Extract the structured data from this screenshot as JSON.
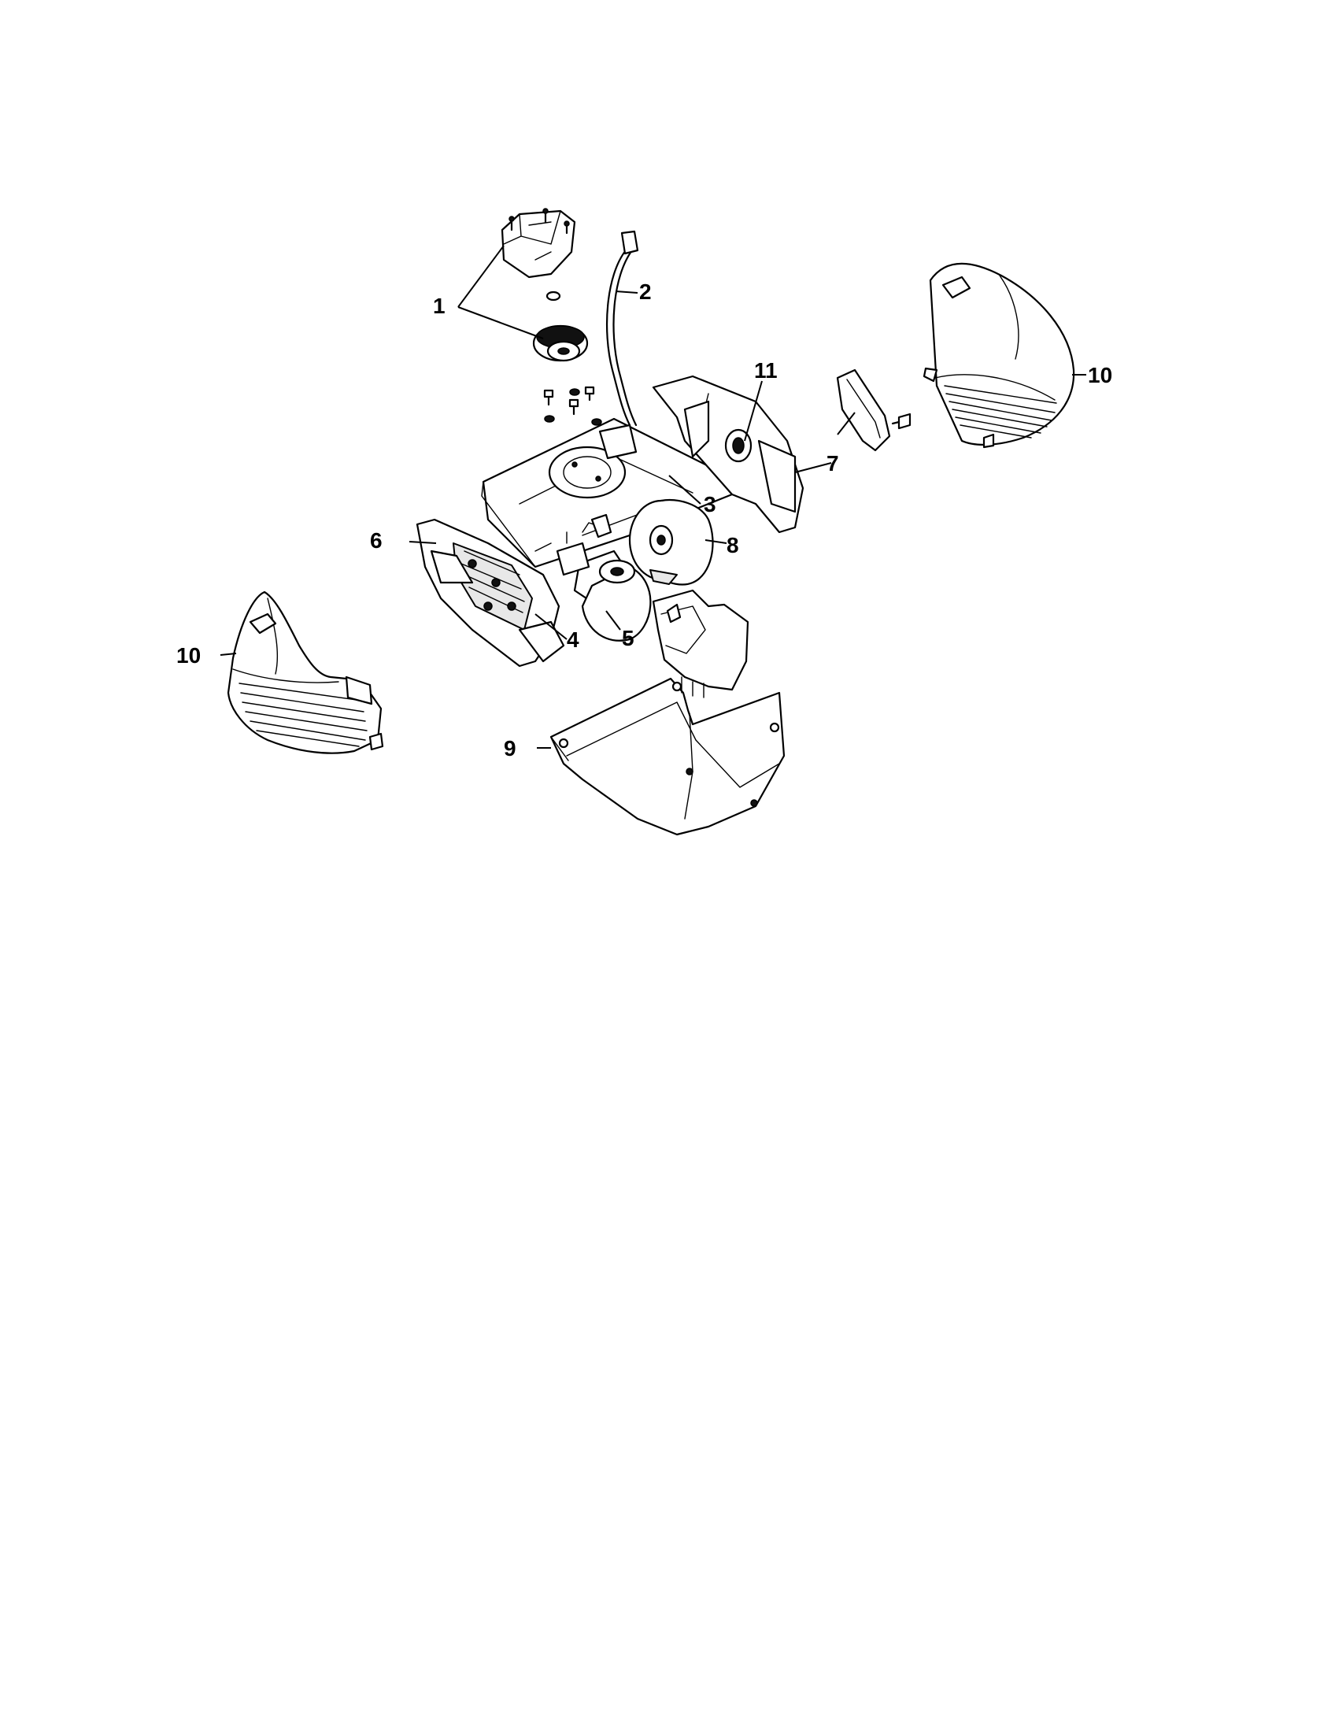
{
  "diagram": {
    "type": "exploded-parts-view",
    "callouts": [
      {
        "id": "c1",
        "label": "1"
      },
      {
        "id": "c2",
        "label": "2"
      },
      {
        "id": "c3",
        "label": "3"
      },
      {
        "id": "c4",
        "label": "4"
      },
      {
        "id": "c5",
        "label": "5"
      },
      {
        "id": "c6",
        "label": "6"
      },
      {
        "id": "c7",
        "label": "7"
      },
      {
        "id": "c8",
        "label": "8"
      },
      {
        "id": "c9",
        "label": "9"
      },
      {
        "id": "c10a",
        "label": "10"
      },
      {
        "id": "c10b",
        "label": "10"
      },
      {
        "id": "c11",
        "label": "11"
      }
    ]
  }
}
